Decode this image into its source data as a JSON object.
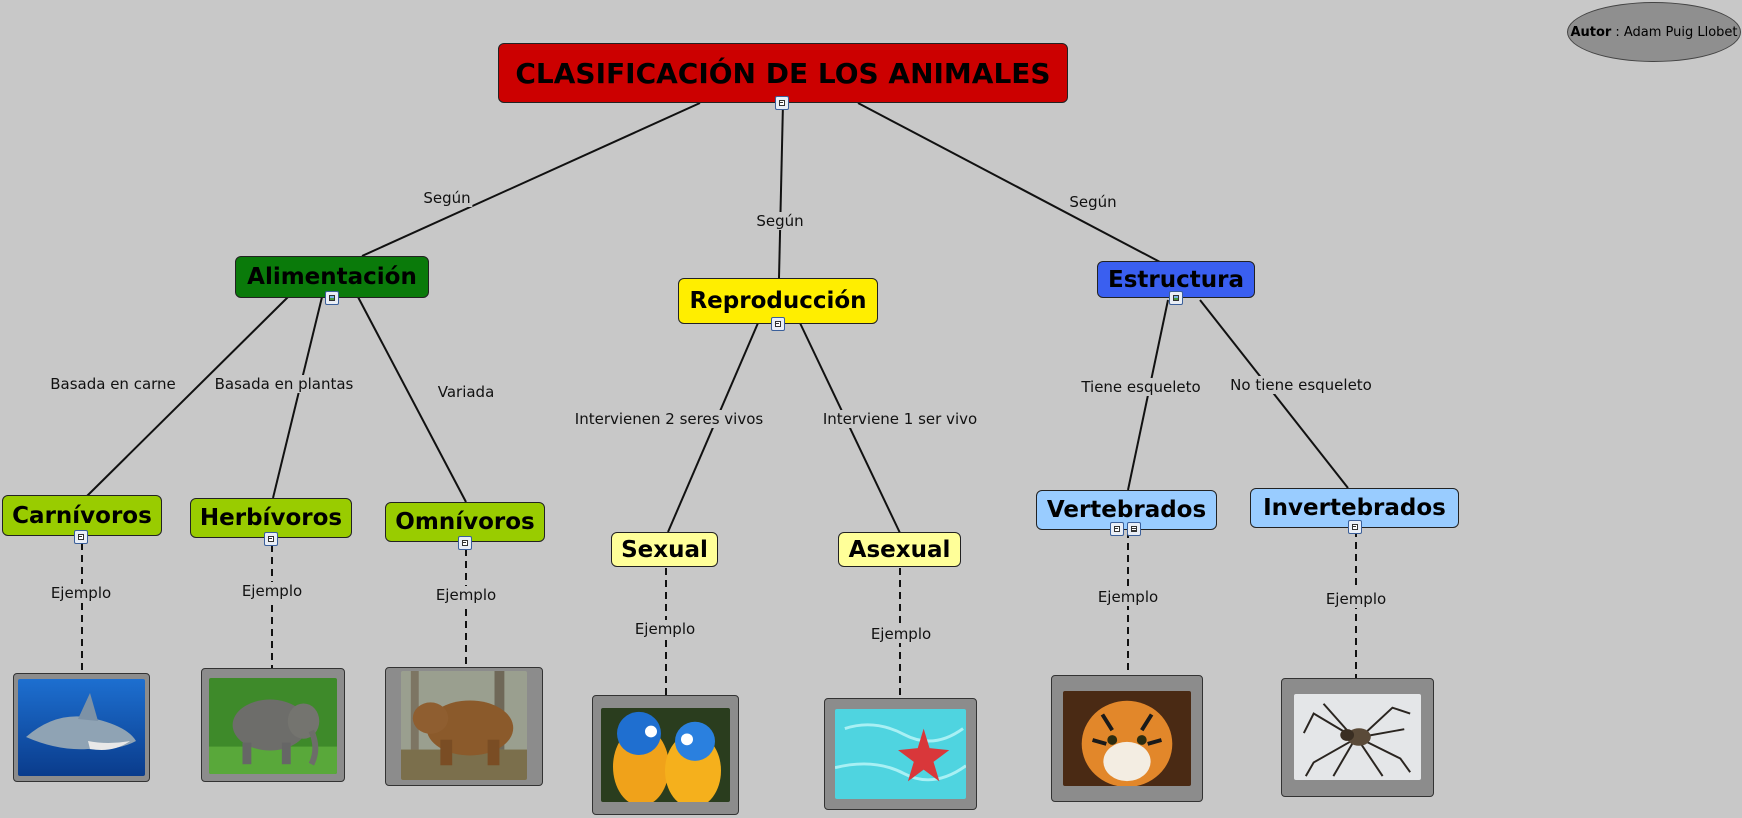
{
  "title": "CLASIFICACIÓN DE LOS ANIMALES",
  "author": {
    "label": "Autor",
    "name": ": Adam Puig Llobet"
  },
  "categories": {
    "alimentacion": "Alimentación",
    "reproduccion": "Reproducción",
    "estructura": "Estructura"
  },
  "subcategories": {
    "carnivoros": "Carnívoros",
    "herbivoros": "Herbívoros",
    "omnivoros": "Omnívoros",
    "sexual": "Sexual",
    "asexual": "Asexual",
    "vertebrados": "Vertebrados",
    "invertebrados": "Invertebrados"
  },
  "links": {
    "segun": "Según",
    "basada_carne": "Basada en carne",
    "basada_plantas": "Basada en plantas",
    "variada": "Variada",
    "intervienen_2": "Intervienen 2 seres vivos",
    "interviene_1": "Interviene 1 ser vivo",
    "tiene_esqueleto": "Tiene esqueleto",
    "no_tiene_esqueleto": "No tiene esqueleto",
    "ejemplo": "Ejemplo"
  },
  "colors": {
    "title": "#cc0000",
    "alimentacion": "#0a7a0a",
    "reproduccion": "#ffee00",
    "estructura": "#3a5ff0",
    "green_leaf": "#99cc00",
    "yellow_leaf": "#ffff99",
    "blue_leaf": "#99ccff"
  }
}
